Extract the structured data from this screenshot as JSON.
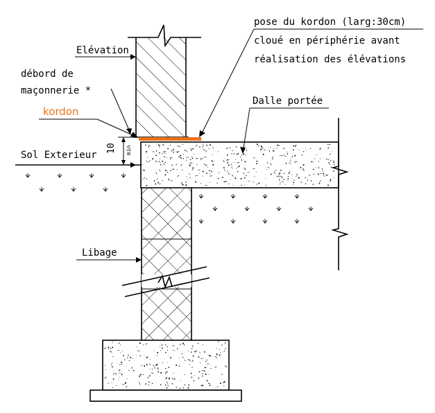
{
  "labels": {
    "elevation": "Elévation",
    "debord_line1": "débord de",
    "debord_line2": "maçonnerie *",
    "kordon": "kordon",
    "sol_exterieur": "Sol Exterieur",
    "dalle_portee": "Dalle portée",
    "libage": "Libage",
    "pose_line1": "pose du kordon (larg:30cm)",
    "pose_line2": "cloué en périphérie avant",
    "pose_line3": "réalisation des élévations"
  },
  "dimension": {
    "value": "10",
    "unit": "min"
  },
  "colors": {
    "kordon": "#e8731c",
    "lines": "#000000",
    "background": "#ffffff"
  }
}
